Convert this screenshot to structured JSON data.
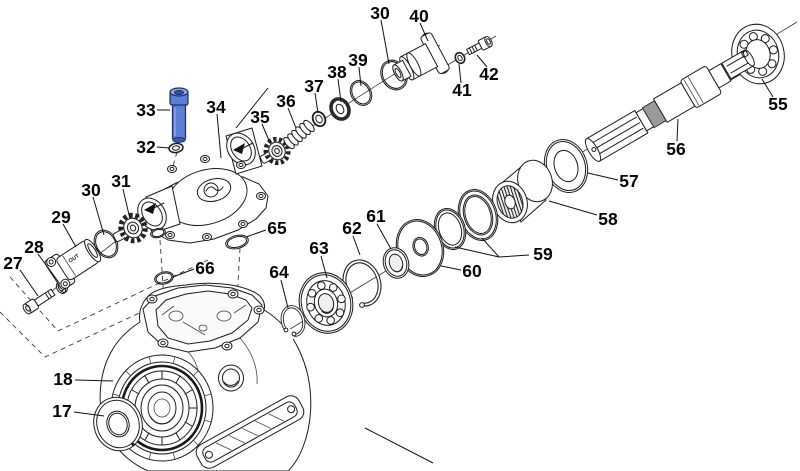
{
  "diagram": {
    "type": "exploded-parts-diagram",
    "subject": "gearbox pump assembly",
    "colors": {
      "background": "#ffffff",
      "line": "#1b1b1b",
      "highlight_fill": "#5b7fd6",
      "highlight_light": "#8fa8e8",
      "highlight_dark": "#1c2f63",
      "highlight_socket": "#33519e"
    },
    "highlighted_part": "33",
    "markings": {
      "out": "OUT"
    },
    "part_labels": [
      {
        "text": "27"
      },
      {
        "text": "28"
      },
      {
        "text": "29"
      },
      {
        "text": "30"
      },
      {
        "text": "31"
      },
      {
        "text": "32"
      },
      {
        "text": "33"
      },
      {
        "text": "34"
      },
      {
        "text": "35"
      },
      {
        "text": "36"
      },
      {
        "text": "37"
      },
      {
        "text": "38"
      },
      {
        "text": "39"
      },
      {
        "text": "30"
      },
      {
        "text": "40"
      },
      {
        "text": "41"
      },
      {
        "text": "42"
      },
      {
        "text": "55"
      },
      {
        "text": "56"
      },
      {
        "text": "57"
      },
      {
        "text": "58"
      },
      {
        "text": "59"
      },
      {
        "text": "60"
      },
      {
        "text": "61"
      },
      {
        "text": "62"
      },
      {
        "text": "63"
      },
      {
        "text": "64"
      },
      {
        "text": "65"
      },
      {
        "text": "66"
      },
      {
        "text": "17"
      },
      {
        "text": "18"
      }
    ]
  }
}
